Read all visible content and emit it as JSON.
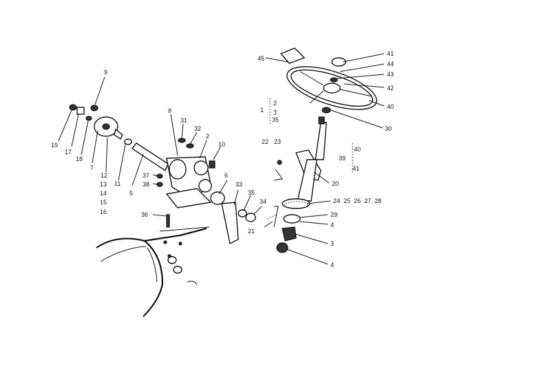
{
  "callouts": {
    "c1": "1",
    "c2": "2",
    "c2b": "2",
    "c3": "3",
    "c4a": "4",
    "c4b": "4",
    "c5": "5",
    "c6": "6",
    "c7": "7",
    "c8": "8",
    "c9": "9",
    "c10": "10",
    "c11": "11",
    "c12": "12",
    "c13": "13",
    "c14": "14",
    "c15": "15",
    "c16": "16",
    "c17": "17",
    "c18": "18",
    "c19": "19",
    "c20": "20",
    "c21": "21",
    "c22": "22",
    "c23": "23",
    "c24": "24",
    "c25": "25",
    "c26": "26",
    "c27": "27",
    "c28": "28",
    "c29": "29",
    "c30": "30",
    "c31": "31",
    "c32": "32",
    "c33": "33",
    "c34": "34",
    "c35": "35",
    "c35b": "35",
    "c36": "36",
    "c37": "37",
    "c38": "38",
    "c39": "39",
    "c40": "40",
    "c40b": "40",
    "c41": "41",
    "c41b": "41",
    "c42": "42",
    "c43": "43",
    "c44": "44",
    "c45": "45"
  }
}
